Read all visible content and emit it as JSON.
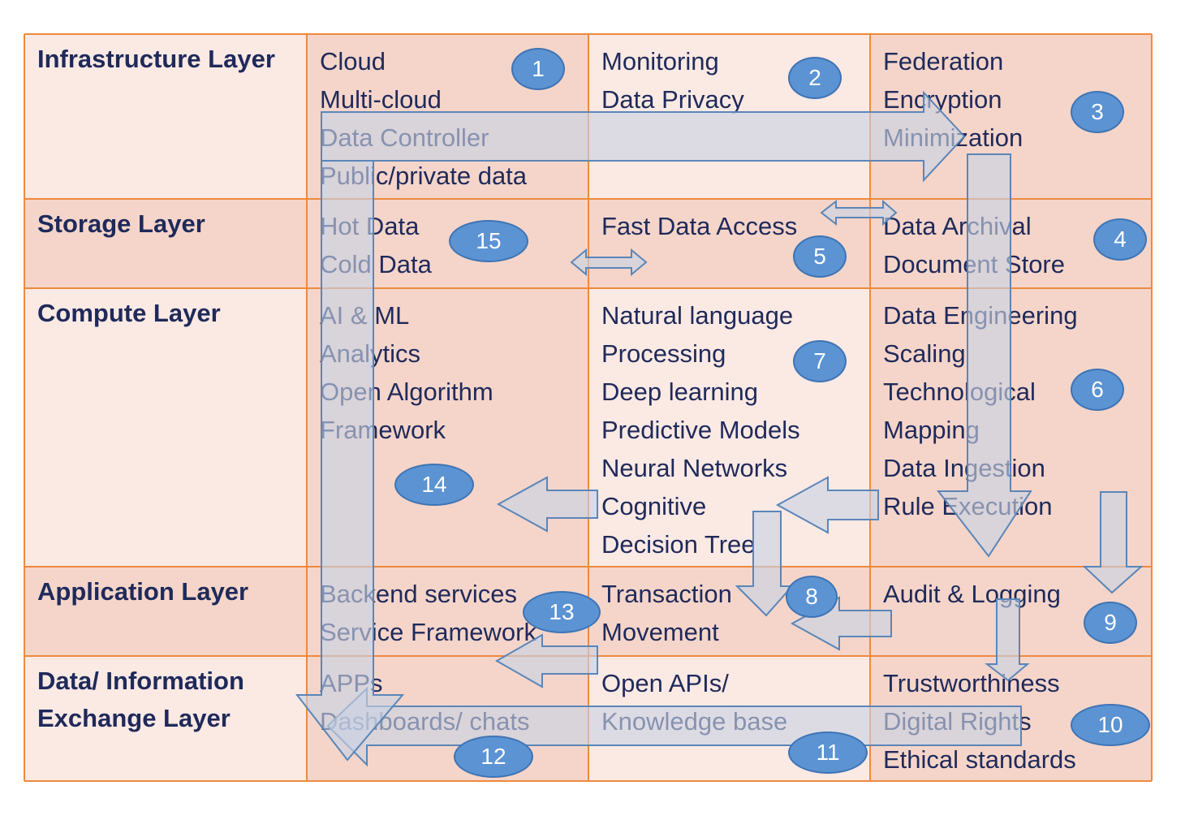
{
  "colors": {
    "dark_cell": "#f5d5ca",
    "light_cell": "#fbe9e4",
    "border": "#ed8a3e",
    "text": "#1f2a5a",
    "callout_fill": "#5b93d3",
    "arrow_fill": "#c8d2e4",
    "arrow_stroke": "#5a86b8"
  },
  "layers": [
    {
      "label": "Infrastructure Layer",
      "columns": [
        [
          "Cloud",
          "Multi-cloud",
          "Data Controller",
          "Public/private data"
        ],
        [
          "Monitoring",
          "Data Privacy"
        ],
        [
          "Federation",
          "Encryption",
          "Minimization"
        ]
      ]
    },
    {
      "label": "Storage Layer",
      "columns": [
        [
          "Hot Data",
          "Cold Data"
        ],
        [
          "Fast Data Access"
        ],
        [
          "Data Archival",
          "Document Store"
        ]
      ]
    },
    {
      "label": "Compute Layer",
      "columns": [
        [
          "AI & ML",
          "Analytics",
          "Open Algorithm",
          "Framework"
        ],
        [
          "Natural language",
          "Processing",
          "Deep learning",
          "Predictive Models",
          "Neural Networks",
          "Cognitive",
          "Decision Tree"
        ],
        [
          "Data Engineering",
          "Scaling",
          "Technological",
          "Mapping",
          "Data Ingestion",
          "Rule Execution"
        ]
      ]
    },
    {
      "label": "Application Layer",
      "columns": [
        [
          "Backend services",
          "Service Framework"
        ],
        [
          "Transaction",
          "Movement"
        ],
        [
          "Audit & Logging"
        ]
      ]
    },
    {
      "label": "Data/ Information Exchange Layer",
      "columns": [
        [
          "APPs",
          "Dashboards/ chats"
        ],
        [
          "Open APIs/",
          "Knowledge base"
        ],
        [
          "Trustworthiness",
          "Digital Rights",
          "Ethical standards"
        ]
      ]
    }
  ],
  "callouts": [
    "1",
    "2",
    "3",
    "4",
    "5",
    "6",
    "7",
    "8",
    "9",
    "10",
    "11",
    "12",
    "13",
    "14",
    "15"
  ]
}
